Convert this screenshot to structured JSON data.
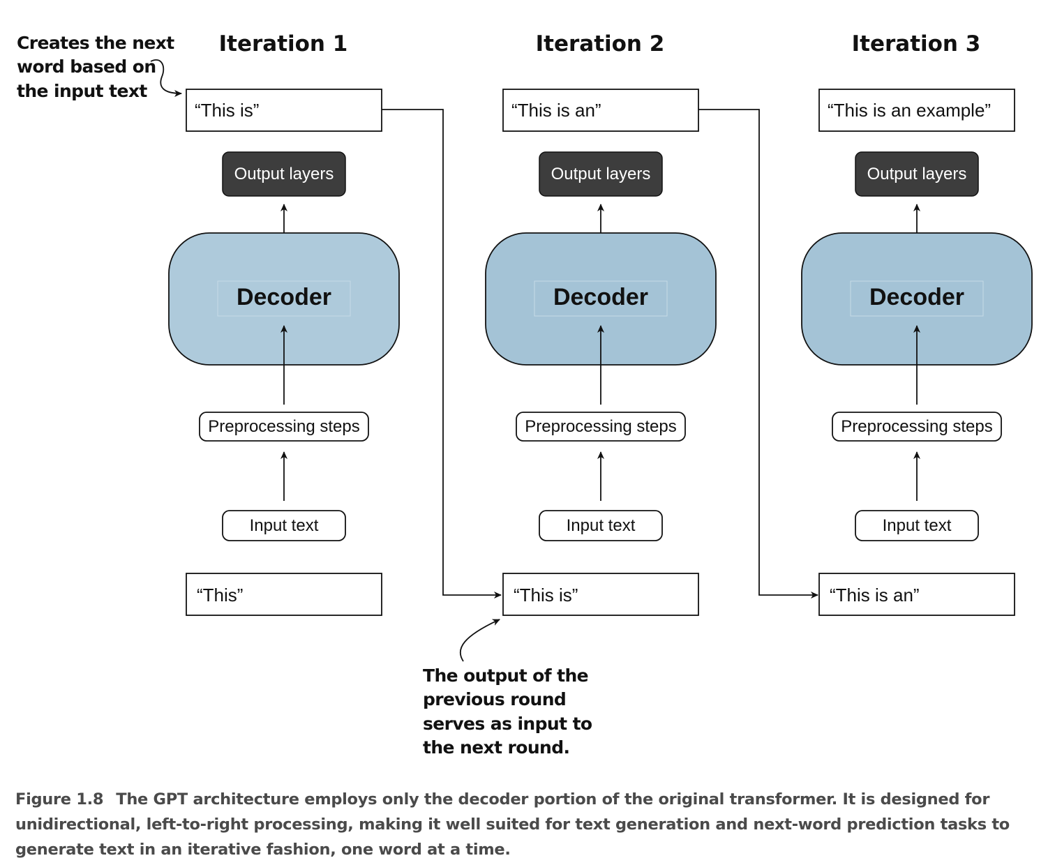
{
  "iterations": [
    {
      "title": "Iteration 1",
      "output_text": "“This is”",
      "output_layers_label": "Output layers",
      "decoder_label": "Decoder",
      "preprocessing_label": "Preprocessing steps",
      "input_label": "Input text",
      "input_value": "“This”"
    },
    {
      "title": "Iteration 2",
      "output_text": "“This is an”",
      "output_layers_label": "Output layers",
      "decoder_label": "Decoder",
      "preprocessing_label": "Preprocessing steps",
      "input_label": "Input text",
      "input_value": "“This is”"
    },
    {
      "title": "Iteration 3",
      "output_text": "“This is an example”",
      "output_layers_label": "Output layers",
      "decoder_label": "Decoder",
      "preprocessing_label": "Preprocessing steps",
      "input_label": "Input text",
      "input_value": "“This is an”"
    }
  ],
  "annotations": {
    "next_word": [
      "Creates the next",
      "word based on",
      "the input text"
    ],
    "previous_round": [
      "The output of the",
      "previous round",
      "serves as input to",
      "the next round."
    ]
  },
  "caption": {
    "label": "Figure 1.8",
    "text": "The GPT architecture employs only the decoder portion of the original transformer. It is designed for unidirectional, left-to-right processing, making it well suited for text generation and next-word prediction tasks to generate text in an iterative fashion, one word at a time."
  },
  "colors": {
    "decoder_fill_1": "#aecadb",
    "decoder_fill": "#a4c3d6",
    "output_layers_fill": "#3d3d3d",
    "caption_text": "#4a4a4a"
  }
}
